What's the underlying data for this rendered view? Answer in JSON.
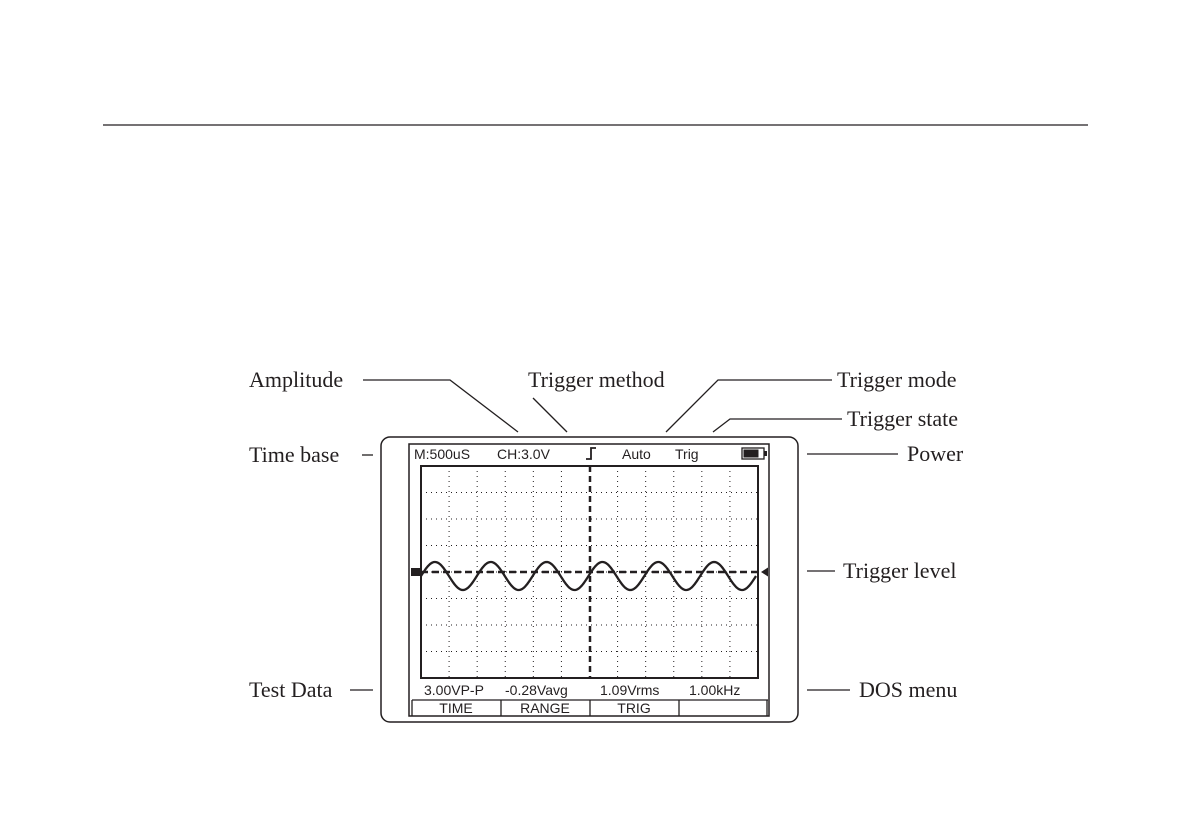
{
  "callouts": {
    "amplitude": "Amplitude",
    "trigger_method": "Trigger method",
    "trigger_mode": "Trigger mode",
    "trigger_state": "Trigger state",
    "time_base": "Time base",
    "power": "Power",
    "trigger_level": "Trigger level",
    "test_data": "Test Data",
    "dos_menu": "DOS menu"
  },
  "screen": {
    "status_bar": {
      "time_base": "M:500uS",
      "amplitude": "CH:3.0V",
      "trigger_mode": "Auto",
      "trigger_state": "Trig"
    },
    "measurements": {
      "vpp": "3.00VP-P",
      "vavg": "-0.28Vavg",
      "vrms": "1.09Vrms",
      "freq": "1.00kHz"
    },
    "menu": [
      "TIME",
      "RANGE",
      "TRIG",
      ""
    ]
  },
  "waveform": {
    "type": "sine",
    "cycles": 6
  },
  "colors": {
    "ink": "#231f20",
    "background": "#ffffff"
  }
}
